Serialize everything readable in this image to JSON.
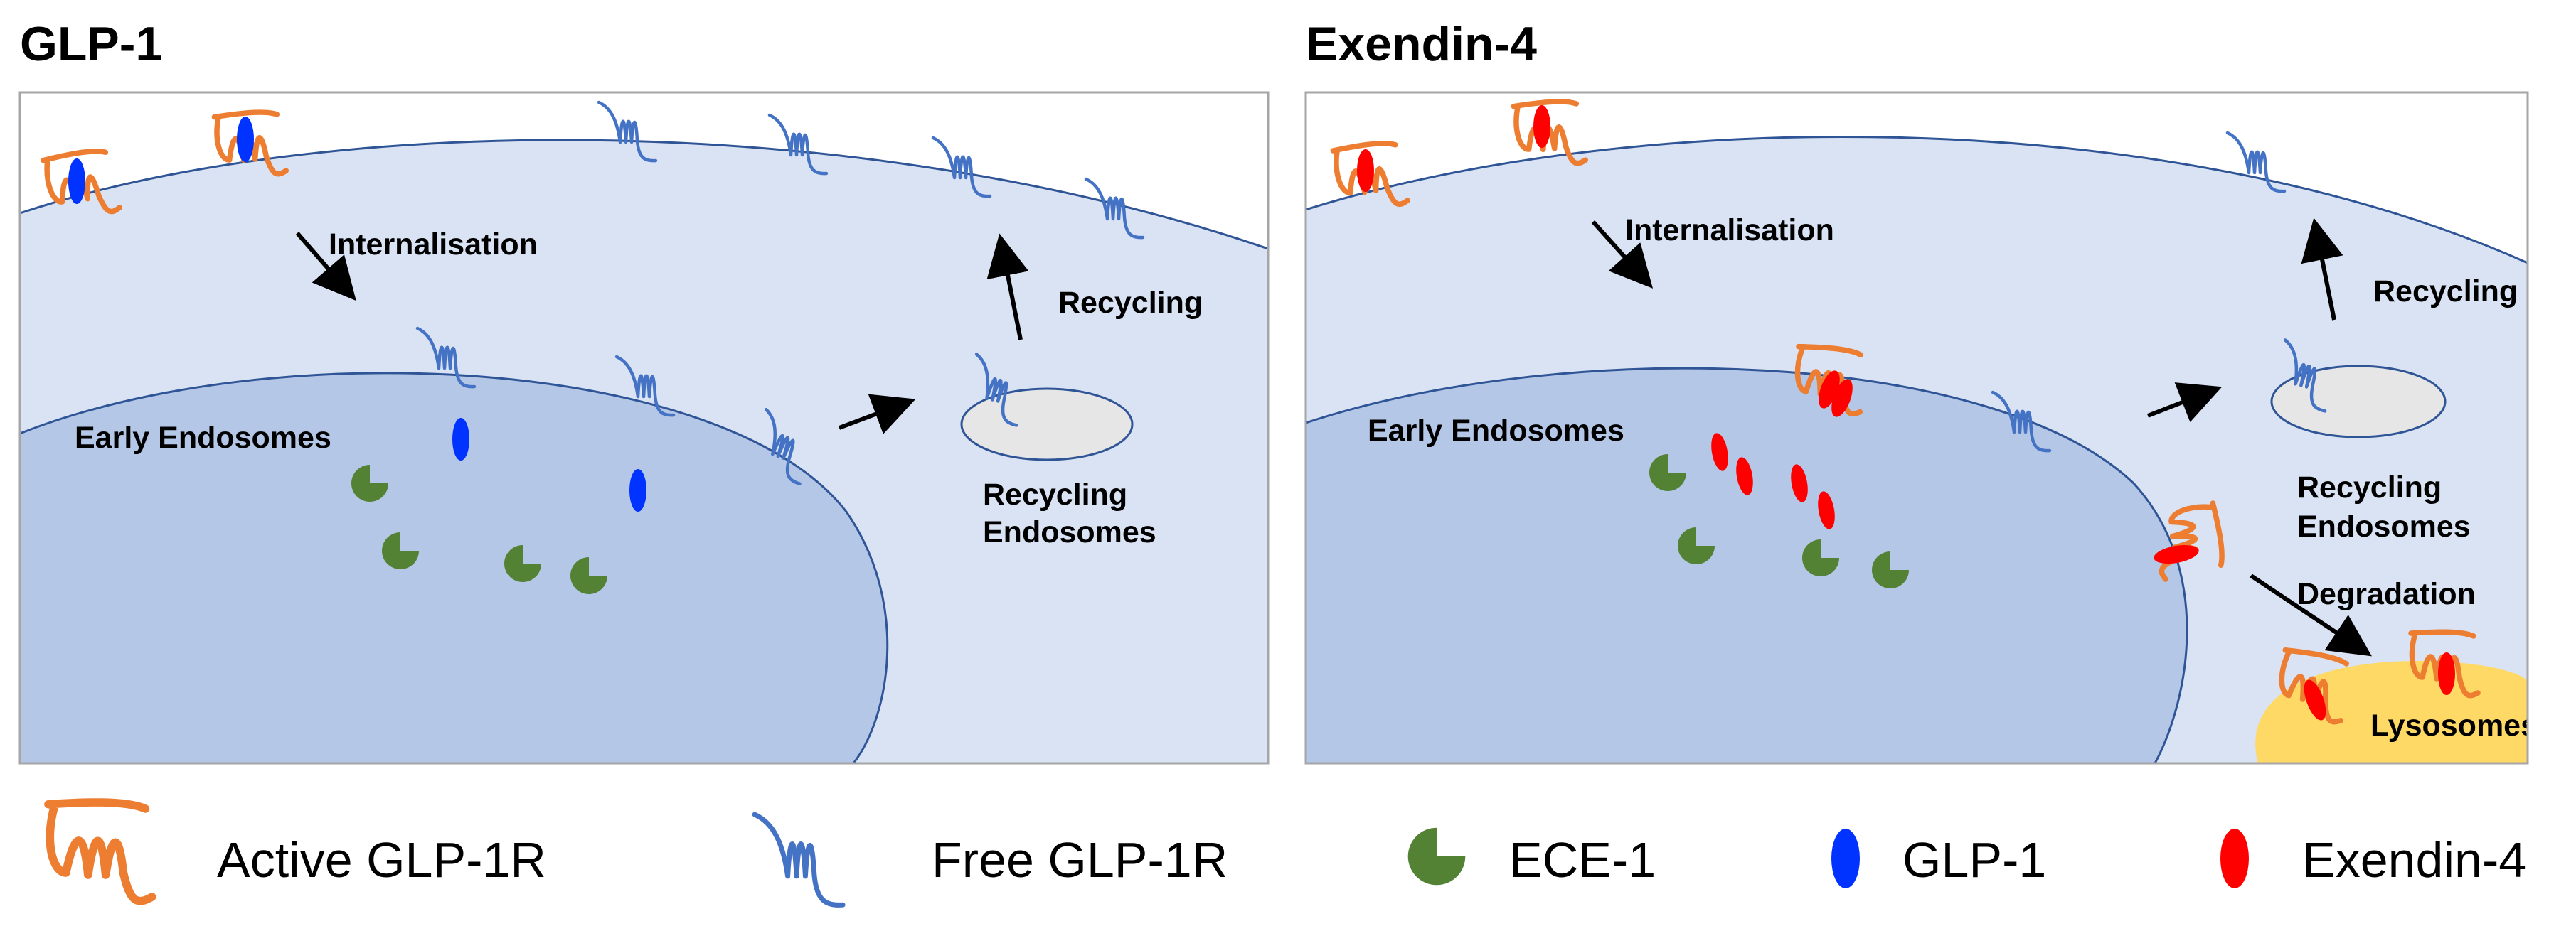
{
  "panels": [
    {
      "title": "GLP-1",
      "labels": {
        "internalisation": "Internalisation",
        "recycling": "Recycling",
        "early_endosomes": "Early Endosomes",
        "recycling_endosomes_line1": "Recycling",
        "recycling_endosomes_line2": "Endosomes"
      }
    },
    {
      "title": "Exendin-4",
      "labels": {
        "internalisation": "Internalisation",
        "recycling": "Recycling",
        "early_endosomes": "Early Endosomes",
        "recycling_endosomes_line1": "Recycling",
        "recycling_endosomes_line2": "Endosomes",
        "degradation": "Degradation",
        "lysosomes": "Lysosomes"
      }
    }
  ],
  "legend": {
    "active_receptor": "Active GLP-1R",
    "free_receptor": "Free GLP-1R",
    "ece1": "ECE-1",
    "glp1": "GLP-1",
    "exendin4": "Exendin-4"
  },
  "colors": {
    "active_receptor": "#ed7d31",
    "free_receptor": "#4472c4",
    "ece1": "#548235",
    "glp1": "#0033ff",
    "exendin4": "#ff0000",
    "cytoplasm": "#dae3f3",
    "endosome": "#b4c7e7",
    "recycling_endosome": "#e7e6e6",
    "lysosome": "#ffd966"
  }
}
